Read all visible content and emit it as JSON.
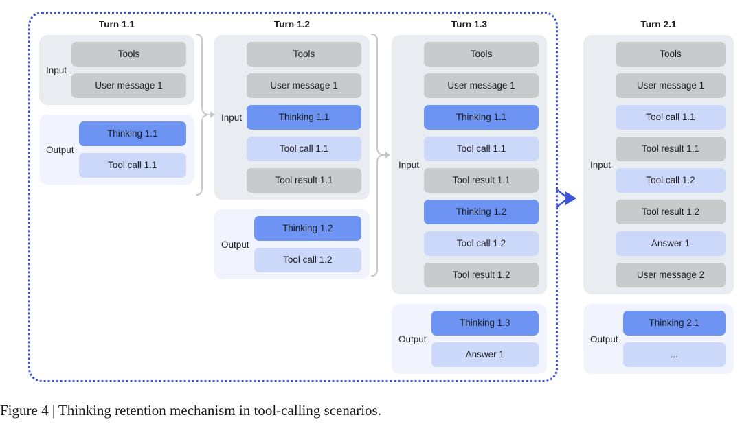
{
  "figure": {
    "caption": "Figure 4 | Thinking retention mechanism in tool-calling scenarios."
  },
  "labels": {
    "input": "Input",
    "output": "Output"
  },
  "colors": {
    "accent_blue": "#3b57d8",
    "thinking_blue": "#6d94f2",
    "light_blue": "#ccd8fa",
    "gray_item": "#c9cacb",
    "input_bg": "#e9edf2",
    "output_bg": "#f1f4fd"
  },
  "turns": [
    {
      "title": "Turn 1.1",
      "input": [
        {
          "text": "Tools",
          "kind": "gray"
        },
        {
          "text": "User message 1",
          "kind": "gray"
        }
      ],
      "output": [
        {
          "text": "Thinking 1.1",
          "kind": "blue"
        },
        {
          "text": "Tool call 1.1",
          "kind": "lightblue"
        }
      ]
    },
    {
      "title": "Turn 1.2",
      "input": [
        {
          "text": "Tools",
          "kind": "gray"
        },
        {
          "text": "User message 1",
          "kind": "gray"
        },
        {
          "text": "Thinking 1.1",
          "kind": "blue"
        },
        {
          "text": "Tool call 1.1",
          "kind": "lightblue"
        },
        {
          "text": "Tool result 1.1",
          "kind": "gray"
        }
      ],
      "output": [
        {
          "text": "Thinking 1.2",
          "kind": "blue"
        },
        {
          "text": "Tool call 1.2",
          "kind": "lightblue"
        }
      ]
    },
    {
      "title": "Turn 1.3",
      "input": [
        {
          "text": "Tools",
          "kind": "gray"
        },
        {
          "text": "User message 1",
          "kind": "gray"
        },
        {
          "text": "Thinking 1.1",
          "kind": "blue"
        },
        {
          "text": "Tool call 1.1",
          "kind": "lightblue"
        },
        {
          "text": "Tool result 1.1",
          "kind": "gray"
        },
        {
          "text": "Thinking 1.2",
          "kind": "blue"
        },
        {
          "text": "Tool call 1.2",
          "kind": "lightblue"
        },
        {
          "text": "Tool result 1.2",
          "kind": "gray"
        }
      ],
      "output": [
        {
          "text": "Thinking 1.3",
          "kind": "blue"
        },
        {
          "text": "Answer 1",
          "kind": "lightblue"
        }
      ]
    },
    {
      "title": "Turn 2.1",
      "input": [
        {
          "text": "Tools",
          "kind": "gray"
        },
        {
          "text": "User message 1",
          "kind": "gray"
        },
        {
          "text": "Tool call 1.1",
          "kind": "lightblue"
        },
        {
          "text": "Tool result 1.1",
          "kind": "gray"
        },
        {
          "text": "Tool call 1.2",
          "kind": "lightblue"
        },
        {
          "text": "Tool result 1.2",
          "kind": "gray"
        },
        {
          "text": "Answer 1",
          "kind": "lightblue"
        },
        {
          "text": "User message 2",
          "kind": "gray"
        }
      ],
      "output": [
        {
          "text": "Thinking 2.1",
          "kind": "blue"
        },
        {
          "text": "...",
          "kind": "lightblue"
        }
      ]
    }
  ]
}
